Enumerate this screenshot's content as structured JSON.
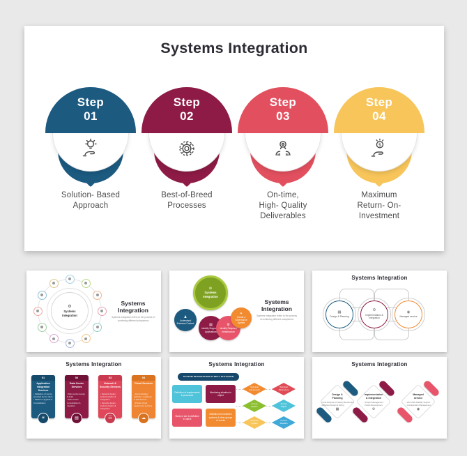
{
  "page": {
    "background": "#e9e9e9"
  },
  "main_slide": {
    "title": "Systems Integration",
    "steps": [
      {
        "word": "Step",
        "number": "01",
        "color": "#1c5a80",
        "icon": "idea-hand-icon",
        "caption": "Solution- Based\nApproach"
      },
      {
        "word": "Step",
        "number": "02",
        "color": "#8d1b45",
        "icon": "gear-process-icon",
        "caption": "Best-of-Breed\nProcesses"
      },
      {
        "word": "Step",
        "number": "03",
        "color": "#e2505f",
        "icon": "quality-hands-icon",
        "caption": "On-time,\nHigh- Quality\nDeliverables"
      },
      {
        "word": "Step",
        "number": "04",
        "color": "#f7c55a",
        "icon": "money-hand-icon",
        "caption": "Maximum\nReturn- On-\nInvestment"
      }
    ]
  },
  "thumbnails": {
    "wheel": {
      "hub_glyph": "⚙",
      "hub_label": "Systems\nIntegration",
      "title": "Systems Integration",
      "subtitle": "Systems Integration refers to the process of combining different subsystems",
      "satellite_colors": [
        "#a8cfe3",
        "#b8d98a",
        "#f0b48f",
        "#e9a2b2",
        "#8fd0c6",
        "#f3c98f",
        "#a8b8e0",
        "#d8a8d0",
        "#9fd0a0",
        "#f0a8a0",
        "#90c0d8",
        "#e0c890"
      ]
    },
    "cluster": {
      "hub_glyph": "⚙",
      "hub_label": "Systems\nIntegration",
      "hub_fill": "#7ea122",
      "hub_ring": "#a9c93e",
      "title": "Systems Integration",
      "subtitle": "Systems Integration refers to the process of combining different subsystems",
      "items": [
        {
          "label": "Understand Business Context",
          "color": "#1c5a80"
        },
        {
          "label": "Identify Supporting Applications",
          "color": "#8d1b45"
        },
        {
          "label": "Identify Required Infrastructure",
          "color": "#e8546a"
        },
        {
          "label": "Create a Governance System",
          "color": "#f28a30"
        }
      ]
    },
    "rings": {
      "title": "Systems Integration",
      "items": [
        {
          "label": "Design & Planning",
          "color": "#1c5a80"
        },
        {
          "label": "Implementation & Integration",
          "color": "#8d1b45"
        },
        {
          "label": "Managed service",
          "color": "#f28a30"
        }
      ]
    },
    "cards": {
      "title": "Systems Integration",
      "items": [
        {
          "num": "01",
          "heading": "Application Integration Services",
          "bullets": "• Validation of source provided by the client\n• Platform Upgrade & Consolidation",
          "color": "#1c5a80",
          "header_color": "#154a6b"
        },
        {
          "num": "02",
          "heading": "Data Centre Services",
          "bullets": "• Data centre design & build\n• Data centre consolidation & migration",
          "color": "#8d1b45",
          "header_color": "#701238"
        },
        {
          "num": "03",
          "heading": "Network & Security Services",
          "bullets": "• Network design, implementation & integration\n• Security design, implementation & integration",
          "color": "#e0475a",
          "header_color": "#c93a4e"
        },
        {
          "num": "04",
          "heading": "Cloud Services",
          "bullets": "• Cloud strategy definition, readiness & assessment\n• Private Cloud deployment services",
          "color": "#ef8432",
          "header_color": "#d9731f"
        }
      ]
    },
    "flow": {
      "title": "Systems Integration",
      "banner": "SYSTEM INTEGRATION IN REAL SITUATION",
      "banner_color": "#17486b",
      "boxes": [
        {
          "label": "Definition of requirements & processes",
          "color": "#4fc3d9"
        },
        {
          "label": "Monitoring situation in object",
          "color": "#8d1b45"
        },
        {
          "label": "Study of aim & definition in object",
          "color": "#e8546a"
        },
        {
          "label": "Definition ties between systems & other groups of events",
          "color": "#f28a30"
        }
      ],
      "diamonds": [
        {
          "label": "Technical\nComponents",
          "color": "#f28a30"
        },
        {
          "label": "Technical\nParameters",
          "color": "#e04b55"
        },
        {
          "label": "Access\nSystem",
          "color": "#8cbf2f"
        },
        {
          "label": "Access\nRights",
          "color": "#4fc3d9"
        },
        {
          "label": "Common\nSystem",
          "color": "#f7c55a"
        },
        {
          "label": "Current\nSituation",
          "color": "#3fa9d8"
        }
      ]
    },
    "diamond_cards": {
      "title": "Systems Integration",
      "items": [
        {
          "heading": "Design &\nPlanning",
          "bullets": "• Cost Analysis & Industry Benchmark\n• Effective Design & Sizing",
          "color": "#1c5a80"
        },
        {
          "heading": "Implementation\n& Integration",
          "bullets": "• Project Management\n• Smart Development",
          "color": "#8d1b45"
        },
        {
          "heading": "Managed\nservice",
          "bullets": "• 24x7x365 Stability Support\n• Configuration Management",
          "color": "#e8546a"
        }
      ]
    }
  }
}
